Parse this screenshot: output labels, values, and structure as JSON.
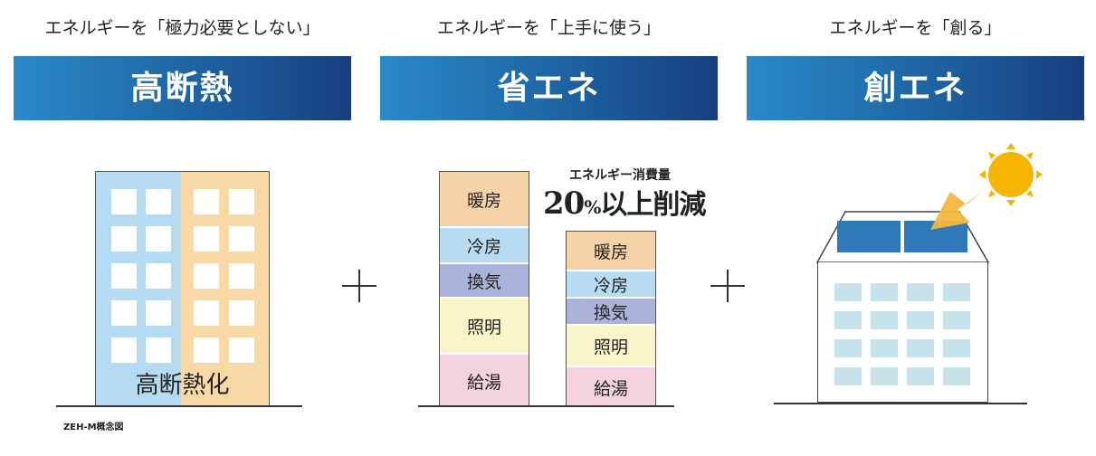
{
  "columns": [
    {
      "caption": "エネルギーを「極力必要としない」",
      "banner": "高断熱"
    },
    {
      "caption": "エネルギーを「上手に使う」",
      "banner": "省エネ"
    },
    {
      "caption": "エネルギーを「創る」",
      "banner": "創エネ"
    }
  ],
  "insulation_label": "高断熱化",
  "footnote": "ZEH-M概念図",
  "reduction": {
    "label": "エネルギー消費量",
    "number": "20",
    "unit": "%",
    "text": "以上削減"
  },
  "before_stack": [
    "暖房",
    "冷房",
    "換気",
    "照明",
    "給湯"
  ],
  "after_stack": [
    "暖房",
    "冷房",
    "換気",
    "照明",
    "給湯"
  ],
  "colors": {
    "banner_start": "#2a8ac9",
    "banner_end": "#173f80",
    "heating": "#f6d3a6",
    "cooling": "#b7dcf1",
    "ventilation": "#aab4da",
    "lighting": "#faf5c8",
    "hot_water": "#f4d2e0",
    "insulation_blue": "#b5dbf3",
    "insulation_orange": "#f8d9a5",
    "solar_panel": "#2f79b8",
    "sun": "#f5b400"
  }
}
